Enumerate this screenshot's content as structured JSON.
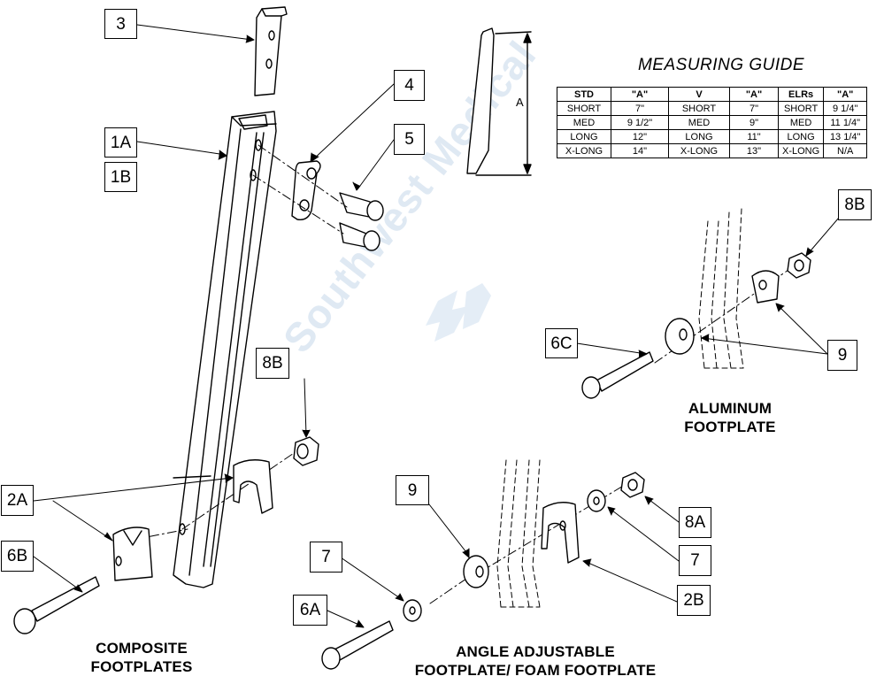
{
  "callouts": {
    "c3": "3",
    "c4": "4",
    "c5": "5",
    "c1a": "1A",
    "c1b": "1B",
    "c8b_left": "8B",
    "c2a": "2A",
    "c6b": "6B",
    "c9_mid": "9",
    "c7_left": "7",
    "c6a": "6A",
    "c8a": "8A",
    "c7_right": "7",
    "c2b": "2B",
    "c8b_right": "8B",
    "c6c": "6C",
    "c9_right": "9"
  },
  "captions": {
    "composite_line1": "COMPOSITE",
    "composite_line2": "FOOTPLATES",
    "angle_line1": "ANGLE ADJUSTABLE",
    "angle_line2": "FOOTPLATE/ FOAM FOOTPLATE",
    "aluminum_line1": "ALUMINUM",
    "aluminum_line2": "FOOTPLATE"
  },
  "dimension_label": "A",
  "measuring_guide": {
    "title": "MEASURING GUIDE",
    "headers": [
      "STD",
      "\"A\"",
      "V",
      "\"A\"",
      "ELRs",
      "\"A\""
    ],
    "rows": [
      [
        "SHORT",
        "7\"",
        "SHORT",
        "7\"",
        "SHORT",
        "9 1/4\""
      ],
      [
        "MED",
        "9 1/2\"",
        "MED",
        "9\"",
        "MED",
        "11 1/4\""
      ],
      [
        "LONG",
        "12\"",
        "LONG",
        "11\"",
        "LONG",
        "13 1/4\""
      ],
      [
        "X-LONG",
        "14\"",
        "X-LONG",
        "13\"",
        "X-LONG",
        "N/A"
      ]
    ]
  },
  "watermark": "Southwest Medical",
  "colors": {
    "line": "#000000",
    "watermark": "#dfe9f3"
  }
}
